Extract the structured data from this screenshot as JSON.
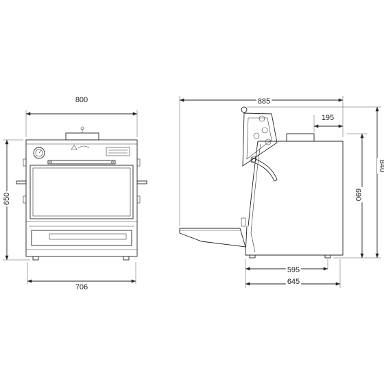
{
  "front_view": {
    "width_top": "800",
    "width_bottom": "706",
    "height_left": "650"
  },
  "side_view": {
    "overall_width": "885",
    "top_offset": "195",
    "overall_height": "840",
    "body_height": "690",
    "base_inner": "595",
    "base_outer": "645"
  }
}
